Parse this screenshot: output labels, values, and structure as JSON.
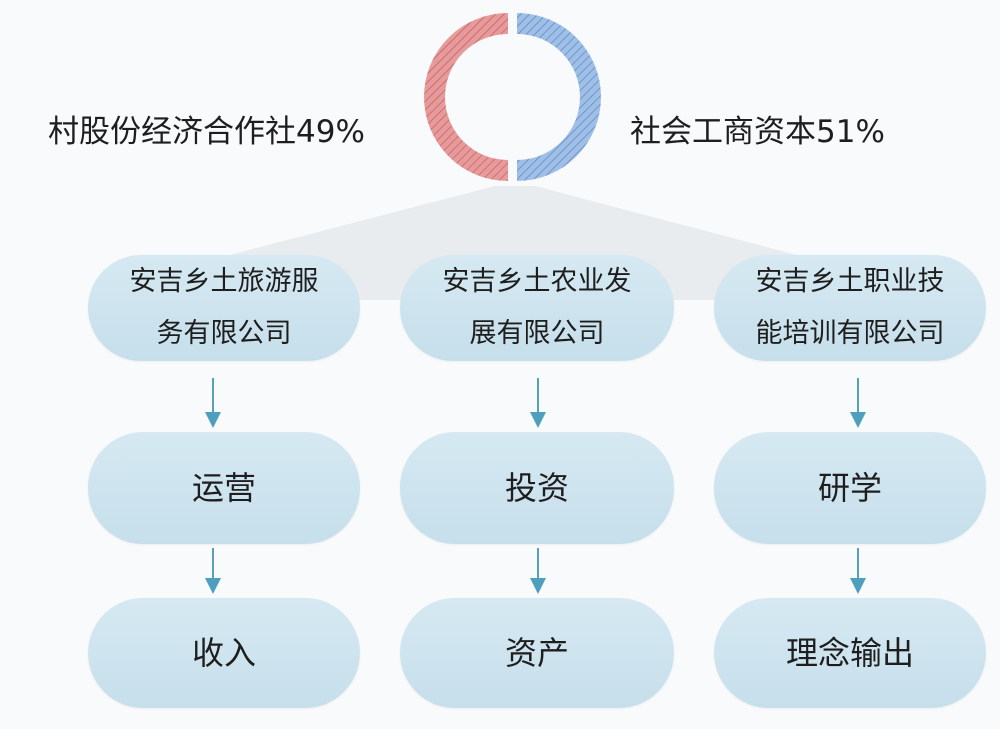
{
  "ownership": {
    "left_label": "村股份经济合作社49%",
    "right_label": "社会工商资本51%",
    "left_share": 49,
    "right_share": 51,
    "left_color": "#e38a8a",
    "right_color": "#8fb3e3"
  },
  "companies": [
    {
      "name_line1": "安吉乡土旅游服",
      "name_line2": "务有限公司",
      "role": "运营",
      "output": "收入"
    },
    {
      "name_line1": "安吉乡土农业发",
      "name_line2": "展有限公司",
      "role": "投资",
      "output": "资产"
    },
    {
      "name_line1": "安吉乡土职业技",
      "name_line2": "能培训有限公司",
      "role": "研学",
      "output": "理念输出"
    }
  ],
  "colors": {
    "box": "#cfe4ee",
    "arrow": "#4d9fbd",
    "fan": "#e9ecee"
  }
}
